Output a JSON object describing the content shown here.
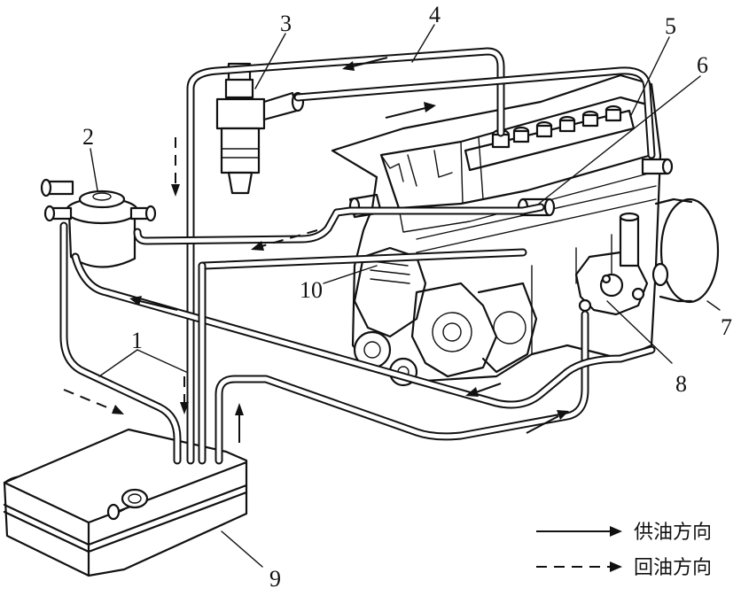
{
  "labels": {
    "n1": "1",
    "n2": "2",
    "n3": "3",
    "n4": "4",
    "n5": "5",
    "n6": "6",
    "n7": "7",
    "n8": "8",
    "n9": "9",
    "n10": "10"
  },
  "legend": {
    "supply": "供油方向",
    "return": "回油方向"
  }
}
